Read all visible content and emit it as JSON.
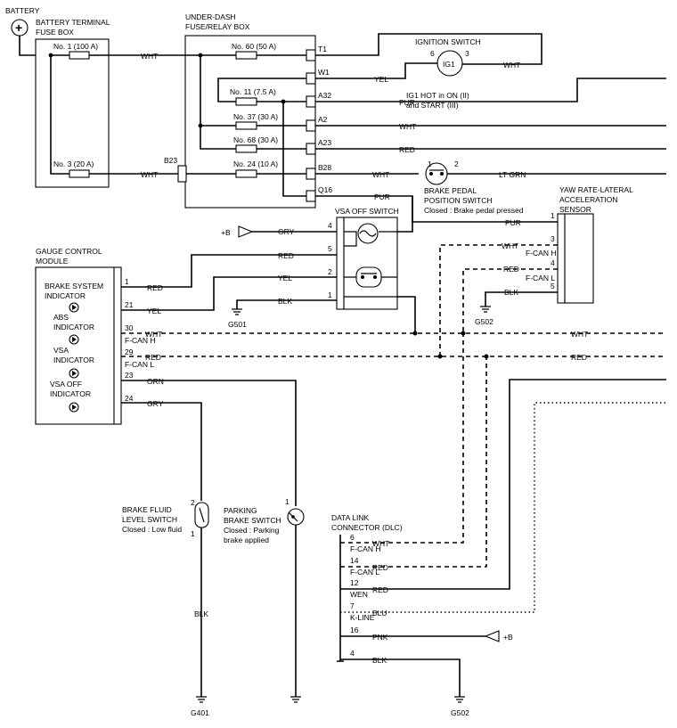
{
  "battery": {
    "label": "BATTERY",
    "symbol": "+"
  },
  "battery_terminal_fuse_box": {
    "label_line1": "BATTERY TERMINAL",
    "label_line2": "FUSE BOX",
    "fuse_1": "No. 1 (100 A)",
    "fuse_3": "No. 3 (20 A)"
  },
  "under_dash_box": {
    "label_line1": "UNDER-DASH",
    "label_line2": "FUSE/RELAY BOX",
    "fuse_60": "No. 60 (50 A)",
    "fuse_11": "No. 11 (7.5 A)",
    "fuse_37": "No. 37 (30 A)",
    "fuse_68": "No. 68 (30 A)",
    "fuse_24": "No. 24 (10 A)",
    "term_t1": "T1",
    "term_w1": "W1",
    "term_a32": "A32",
    "term_a2": "A2",
    "term_a23": "A23",
    "term_b28": "B28",
    "term_q16": "Q16",
    "term_b23": "B23"
  },
  "ignition_switch": {
    "label": "IGNITION SWITCH",
    "ig1": "IG1",
    "pin6": "6",
    "pin3": "3",
    "note_line1": "IG1 HOT in ON (II)",
    "note_line2": "and START (III)"
  },
  "brake_pedal_switch": {
    "label_line1": "BRAKE PEDAL",
    "label_line2": "POSITION SWITCH",
    "note": "Closed : Brake pedal pressed",
    "pin1": "1",
    "pin2": "2"
  },
  "vsa_off_switch": {
    "label": "VSA OFF SWITCH",
    "pin4": "4",
    "pin5": "5",
    "pin2": "2",
    "pin1": "1",
    "plus_b": "+B"
  },
  "yaw_sensor": {
    "label_line1": "YAW RATE-LATERAL",
    "label_line2": "ACCELERATION",
    "label_line3": "SENSOR",
    "pin1": "1",
    "pin3": "3",
    "pin4": "4",
    "pin5": "5",
    "fcan_h": "F-CAN H",
    "fcan_l": "F-CAN L"
  },
  "gauge_module": {
    "label_line1": "GAUGE CONTROL",
    "label_line2": "MODULE",
    "brake_ind_1": "BRAKE SYSTEM",
    "brake_ind_2": "INDICATOR",
    "abs_ind_1": "ABS",
    "abs_ind_2": "INDICATOR",
    "vsa_ind_1": "VSA",
    "vsa_ind_2": "INDICATOR",
    "vsaoff_ind_1": "VSA OFF",
    "vsaoff_ind_2": "INDICATOR",
    "pin1": "1",
    "pin21": "21",
    "pin30": "30",
    "pin29": "29",
    "pin23": "23",
    "pin24": "24",
    "fcan_h": "F-CAN H",
    "fcan_l": "F-CAN L"
  },
  "brake_fluid_switch": {
    "label_line1": "BRAKE FLUID",
    "label_line2": "LEVEL SWITCH",
    "note": "Closed : Low fluid",
    "pin2": "2",
    "pin1": "1"
  },
  "parking_brake_switch": {
    "label_line1": "PARKING",
    "label_line2": "BRAKE SWITCH",
    "note_line1": "Closed : Parking",
    "note_line2": "brake applied",
    "pin1": "1"
  },
  "dlc": {
    "label_line1": "DATA LINK",
    "label_line2": "CONNECTOR (DLC)",
    "pin6": "6",
    "pin14": "14",
    "pin12": "12",
    "pin7": "7",
    "pin16": "16",
    "pin4": "4",
    "fcan_h": "F-CAN H",
    "fcan_l": "F-CAN L",
    "wen": "WEN",
    "kline": "K-LINE",
    "plus_b": "+B"
  },
  "grounds": {
    "g501": "G501",
    "g502": "G502",
    "g401": "G401",
    "g502b": "G502"
  },
  "wire_colors": {
    "wht": "WHT",
    "yel": "YEL",
    "pur": "PUR",
    "red": "RED",
    "blk": "BLK",
    "gry": "GRY",
    "orn": "ORN",
    "ltgrn": "LT GRN",
    "pnk": "PNK",
    "blu": "BLU"
  }
}
